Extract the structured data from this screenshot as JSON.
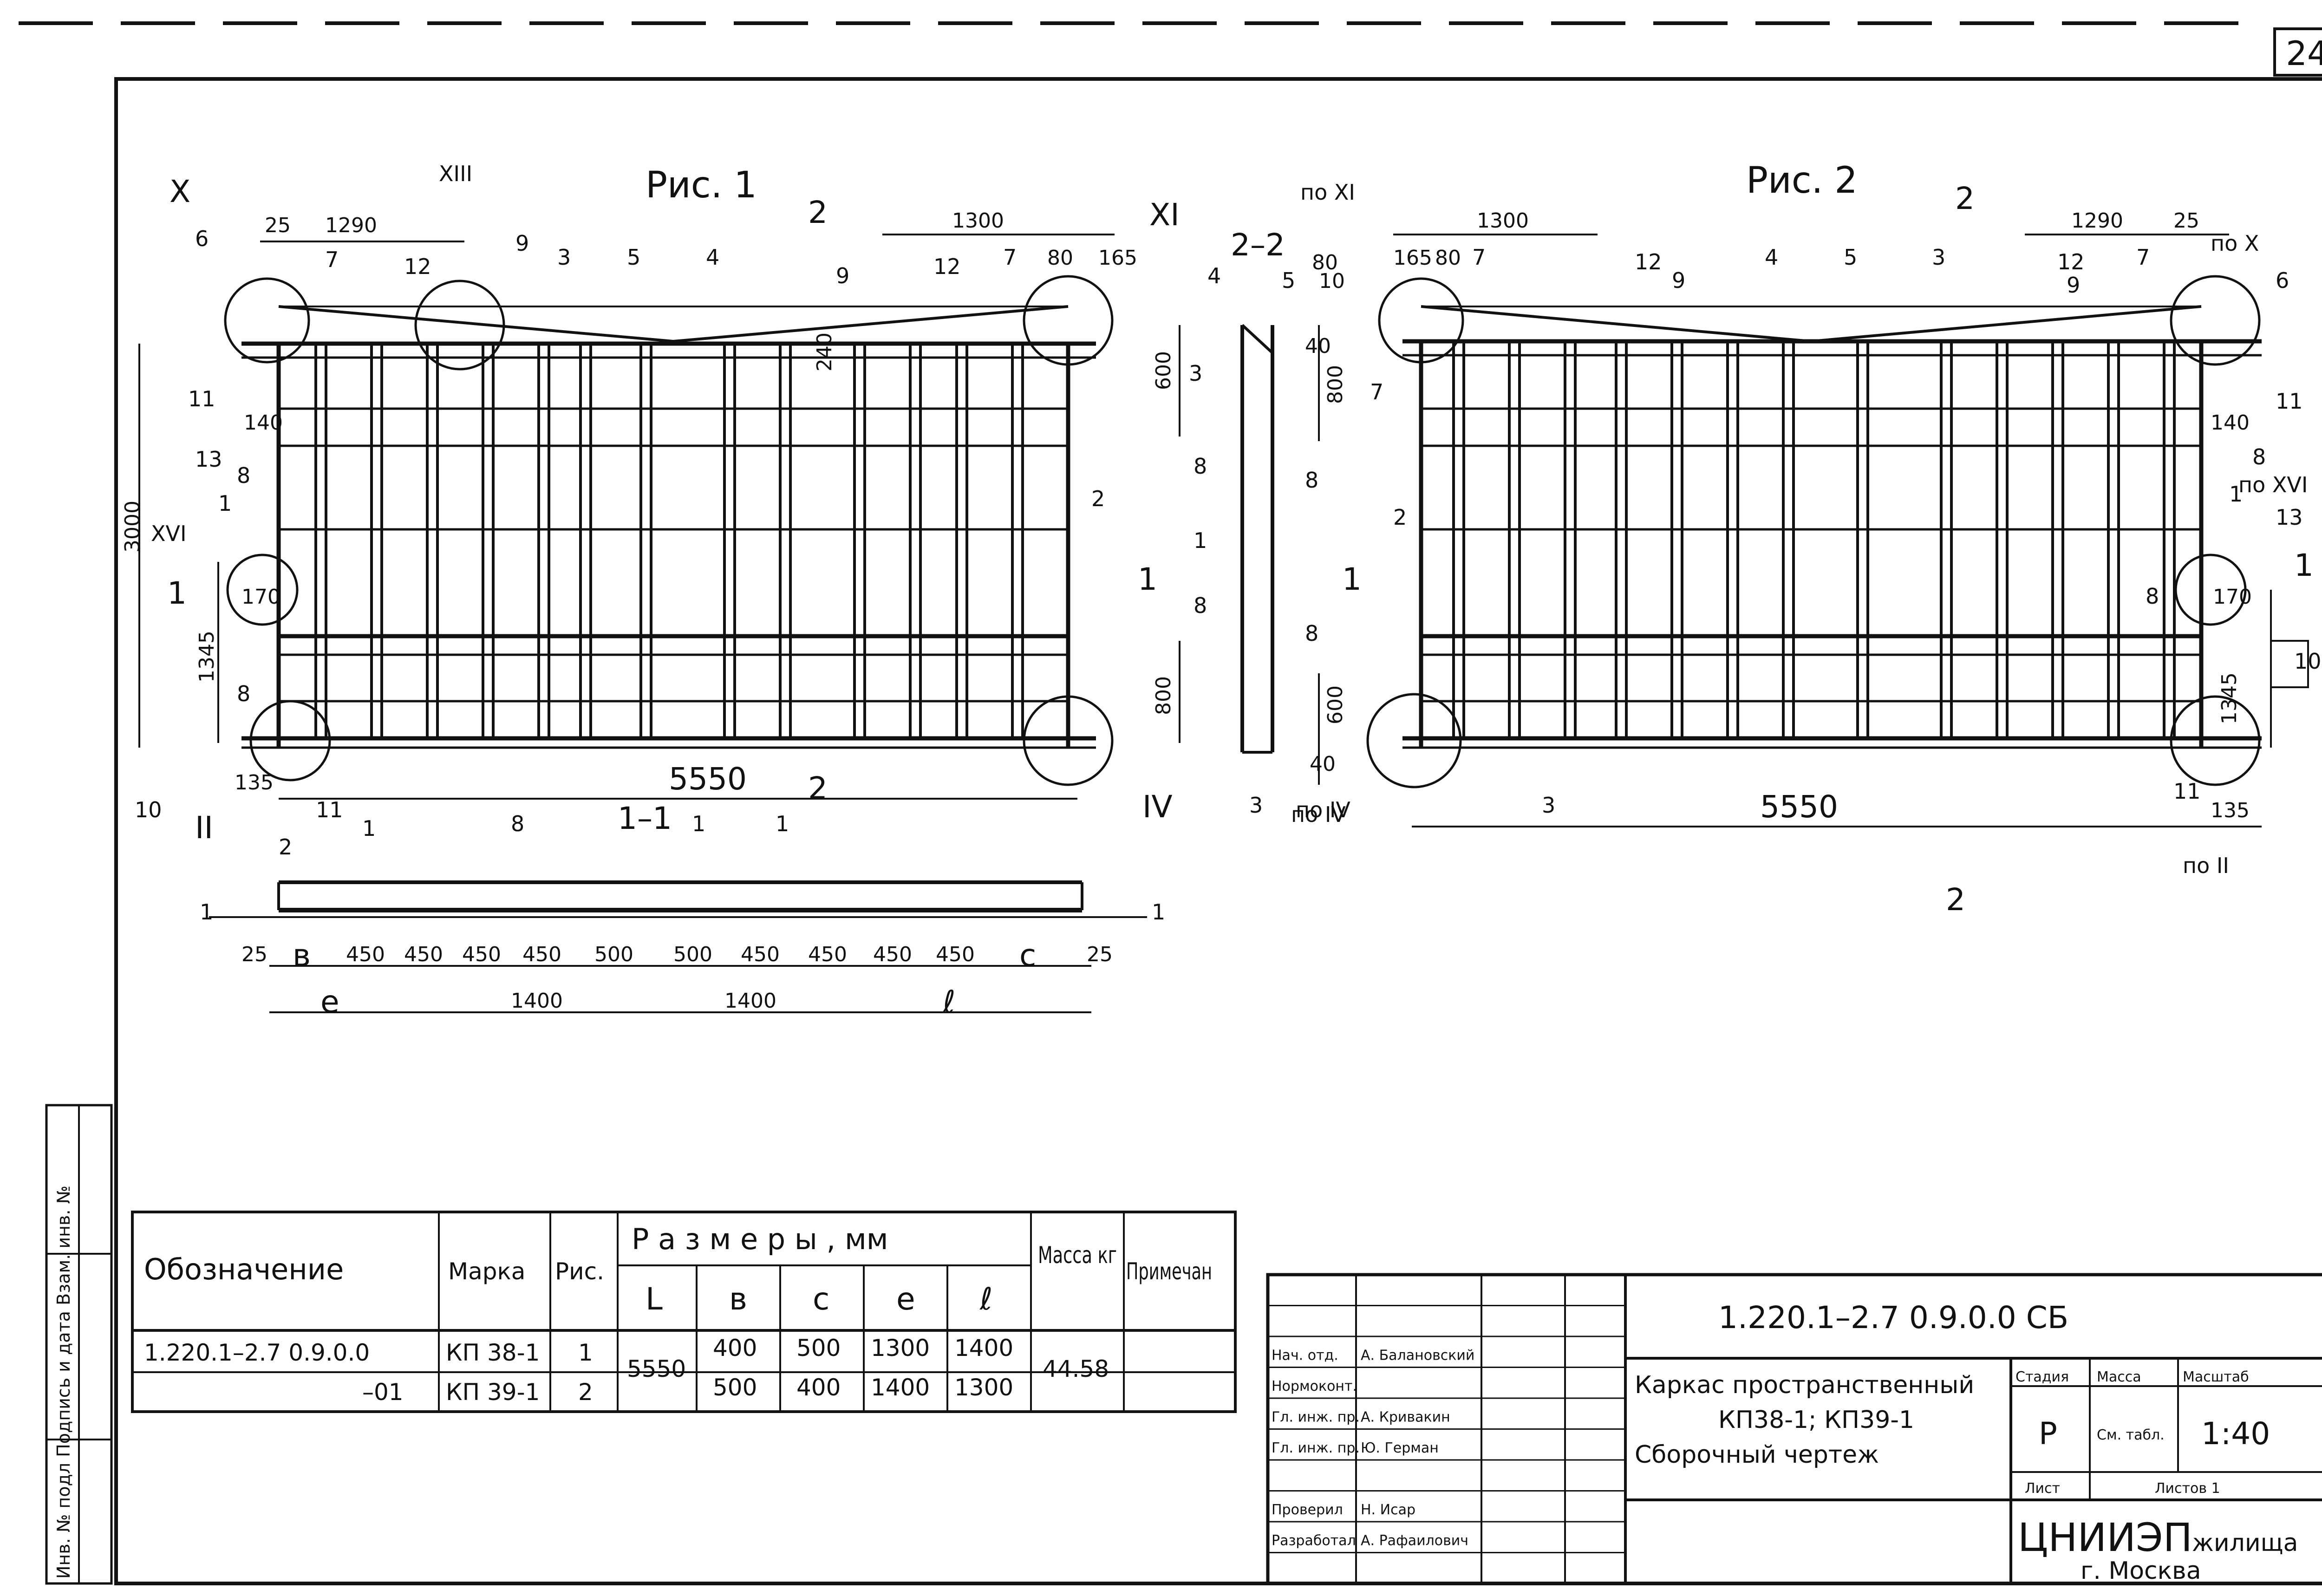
{
  "sheet": {
    "page_number": "24",
    "figure_1_title": "Рис. 1",
    "figure_2_title": "Рис. 2",
    "section_1": "1–1",
    "section_2": "2–2",
    "section_cut_2": "2",
    "section_cut_1": "1"
  },
  "fig1": {
    "callouts": [
      "Х",
      "ХIII",
      "ХI",
      "XVI",
      "II",
      "IV"
    ],
    "dims_top": [
      "25",
      "1290",
      "1300",
      "80",
      "165"
    ],
    "dims_side": [
      "3000",
      "1345",
      "170",
      "140",
      "135",
      "240"
    ],
    "dim_length": "5550",
    "positions": [
      "6",
      "7",
      "12",
      "9",
      "3",
      "5",
      "4",
      "9",
      "12",
      "7",
      "11",
      "13",
      "1",
      "8",
      "8",
      "2",
      "10",
      "11"
    ]
  },
  "fig2": {
    "callouts": [
      "по ХI",
      "по Х",
      "по XVI",
      "по IV",
      "по II"
    ],
    "dims_top": [
      "165",
      "80",
      "1300",
      "1290",
      "25"
    ],
    "dims_side": [
      "1345",
      "170",
      "140",
      "135"
    ],
    "dim_length": "5550",
    "positions": [
      "7",
      "7",
      "12",
      "9",
      "4",
      "5",
      "3",
      "12",
      "9",
      "7",
      "6",
      "11",
      "8",
      "1",
      "13",
      "2",
      "8",
      "10",
      "3",
      "11"
    ]
  },
  "sec22": {
    "dims": [
      "80",
      "10",
      "40",
      "600",
      "800",
      "800",
      "600",
      "40"
    ],
    "positions": [
      "4",
      "5",
      "3",
      "8",
      "8",
      "1",
      "8",
      "8",
      "3"
    ],
    "callout": "по IV"
  },
  "sec11": {
    "dims": [
      "25",
      "в",
      "450",
      "450",
      "450",
      "450",
      "500",
      "500",
      "450",
      "450",
      "450",
      "450",
      "с",
      "25"
    ],
    "dims_bottom": [
      "е",
      "1400",
      "1400",
      "ℓ"
    ],
    "positions": [
      "1",
      "2",
      "1",
      "8",
      "1",
      "1",
      "1"
    ]
  },
  "spec_table": {
    "headers": {
      "designation": "Обозначение",
      "mark": "Марка",
      "fig": "Рис.",
      "sizes": "Р а з м е р ы ,  мм",
      "mass": "Масса кг",
      "note": "Примечан"
    },
    "size_columns": [
      "L",
      "в",
      "с",
      "е",
      "ℓ"
    ],
    "rows": [
      {
        "designation": "1.220.1–2.7 0.9.0.0",
        "mark": "КП 38-1",
        "fig": "1",
        "L": "5550",
        "b": "400",
        "c": "500",
        "e": "1300",
        "l": "1400",
        "mass": "44.58"
      },
      {
        "designation": "–01",
        "mark": "КП 39-1",
        "fig": "2",
        "L": "",
        "b": "500",
        "c": "400",
        "e": "1400",
        "l": "1300",
        "mass": ""
      }
    ]
  },
  "stamp": {
    "code": "1.220.1–2.7 0.9.0.0 СБ",
    "title_line1": "Каркас пространственный",
    "title_line2": "КП38-1; КП39-1",
    "title_line3": "Сборочный чертеж",
    "stage_label": "Стадия",
    "mass_label": "Масса",
    "scale_label": "Масштаб",
    "stage_value": "Р",
    "mass_value": "См. табл.",
    "scale_value": "1:40",
    "sheet_label": "Лист",
    "sheets_label": "Листов 1",
    "org_line1": "ЦНИИЭП",
    "org_line2": "жилища",
    "org_city": "г. Москва",
    "roles": [
      {
        "role": "Нач. отд.",
        "name": "А. Балановский"
      },
      {
        "role": "Нормоконт.",
        "name": ""
      },
      {
        "role": "Гл. инж. пр.",
        "name": "А. Кривакин"
      },
      {
        "role": "Гл. инж. пр.",
        "name": "Ю. Герман"
      },
      {
        "role": "",
        "name": ""
      },
      {
        "role": "Проверил",
        "name": "Н. Исар"
      },
      {
        "role": "Разработал",
        "name": "А. Рафаилович"
      }
    ]
  },
  "margin": {
    "label": "Инв. № подл   Подпись и дата   Взам. инв. №"
  }
}
